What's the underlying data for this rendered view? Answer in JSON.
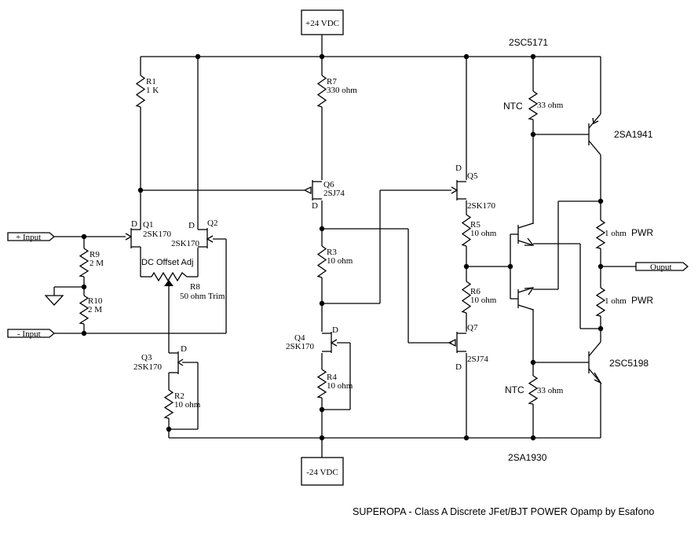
{
  "supply": {
    "positive": "+24 VDC",
    "negative": "-24 VDC"
  },
  "ports": {
    "plus_input": "+ Input",
    "minus_input": "- Input",
    "output": "Ouput"
  },
  "resistors": {
    "r1": {
      "ref": "R1",
      "value": "1 K"
    },
    "r2": {
      "ref": "R2",
      "value": "10 ohm"
    },
    "r3": {
      "ref": "R3",
      "value": "10 ohm"
    },
    "r4": {
      "ref": "R4",
      "value": "10 ohm"
    },
    "r5": {
      "ref": "R5",
      "value": "10 ohm"
    },
    "r6": {
      "ref": "R6",
      "value": "10 ohm"
    },
    "r7": {
      "ref": "R7",
      "value": "330 ohm"
    },
    "r8": {
      "ref": "R8",
      "value": "50 ohm Trim",
      "function": "DC Offset Adj"
    },
    "r9": {
      "ref": "R9",
      "value": "2 M"
    },
    "r10": {
      "ref": "R10",
      "value": "2 M"
    },
    "ntc_top": {
      "label": "NTC",
      "value": "33 ohm"
    },
    "ntc_bottom": {
      "label": "NTC",
      "value": "33 ohm"
    },
    "pwr_top": {
      "value": "1 ohm",
      "label": "PWR"
    },
    "pwr_bottom": {
      "value": "1 ohm",
      "label": "PWR"
    }
  },
  "transistors": {
    "q1": {
      "ref": "Q1",
      "part": "2SK170",
      "pin": "D"
    },
    "q2": {
      "ref": "Q2",
      "part": "2SK170",
      "pin": "D"
    },
    "q3": {
      "ref": "Q3",
      "part": "2SK170",
      "pin": "D"
    },
    "q4": {
      "ref": "Q4",
      "part": "2SK170",
      "pin": "D"
    },
    "q5": {
      "ref": "Q5",
      "part": "2SK170",
      "pin": "D"
    },
    "q6": {
      "ref": "Q6",
      "part": "2SJ74",
      "pin": "D"
    },
    "q7": {
      "ref": "Q7",
      "part": "2SJ74",
      "pin": "D"
    },
    "bjt_top_driver": {
      "part": "2SC5171"
    },
    "bjt_top_output": {
      "part": "2SA1941"
    },
    "bjt_bottom_output": {
      "part": "2SC5198"
    },
    "bjt_bottom_driver": {
      "part": "2SA1930"
    }
  },
  "caption": "SUPEROPA - Class A Discrete JFet/BJT POWER Opamp by Esafono"
}
